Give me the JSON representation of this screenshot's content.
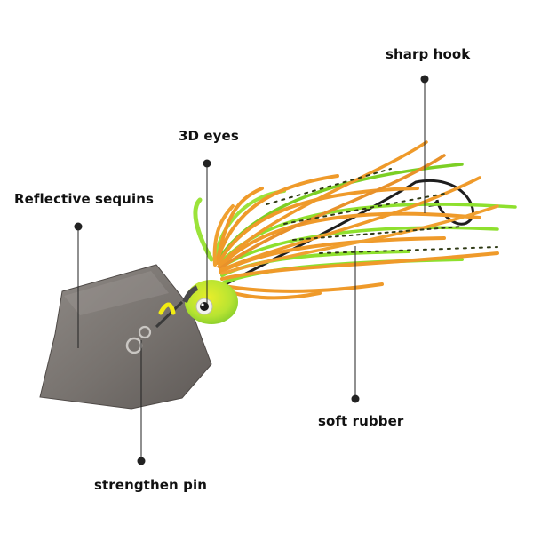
{
  "labels": {
    "sharp_hook": "sharp hook",
    "eyes_3d": "3D eyes",
    "reflective_sequins": "Reflective sequins",
    "soft_rubber": "soft rubber",
    "strengthen_pin": "strengthen pin"
  },
  "colors": {
    "leader_line": "#222222",
    "blade": "#7d7874",
    "skirt_orange": "#ef9a2a",
    "skirt_green": "#8ee02e",
    "head_green": "#9be33a",
    "head_yellow": "#e7e61d",
    "hook": "#1e1e1e"
  }
}
